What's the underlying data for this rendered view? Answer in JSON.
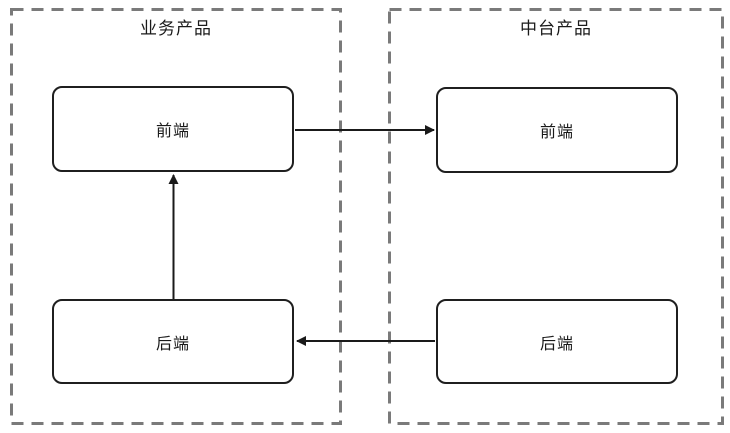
{
  "diagram": {
    "groups": [
      {
        "id": "business",
        "title": "业务产品",
        "nodes": [
          {
            "id": "business-frontend",
            "label": "前端"
          },
          {
            "id": "business-backend",
            "label": "后端"
          }
        ]
      },
      {
        "id": "platform",
        "title": "中台产品",
        "nodes": [
          {
            "id": "platform-frontend",
            "label": "前端"
          },
          {
            "id": "platform-backend",
            "label": "后端"
          }
        ]
      }
    ],
    "edges": [
      {
        "from": "business-frontend",
        "to": "platform-frontend",
        "direction": "right"
      },
      {
        "from": "business-backend",
        "to": "business-frontend",
        "direction": "up"
      },
      {
        "from": "platform-backend",
        "to": "business-backend",
        "direction": "left"
      }
    ],
    "colors": {
      "background": "#ffffff",
      "group_border": "#7a7a7a",
      "node_border": "#1f1f1f",
      "arrow": "#1a1a1a",
      "text": "#1a1a1a"
    }
  }
}
